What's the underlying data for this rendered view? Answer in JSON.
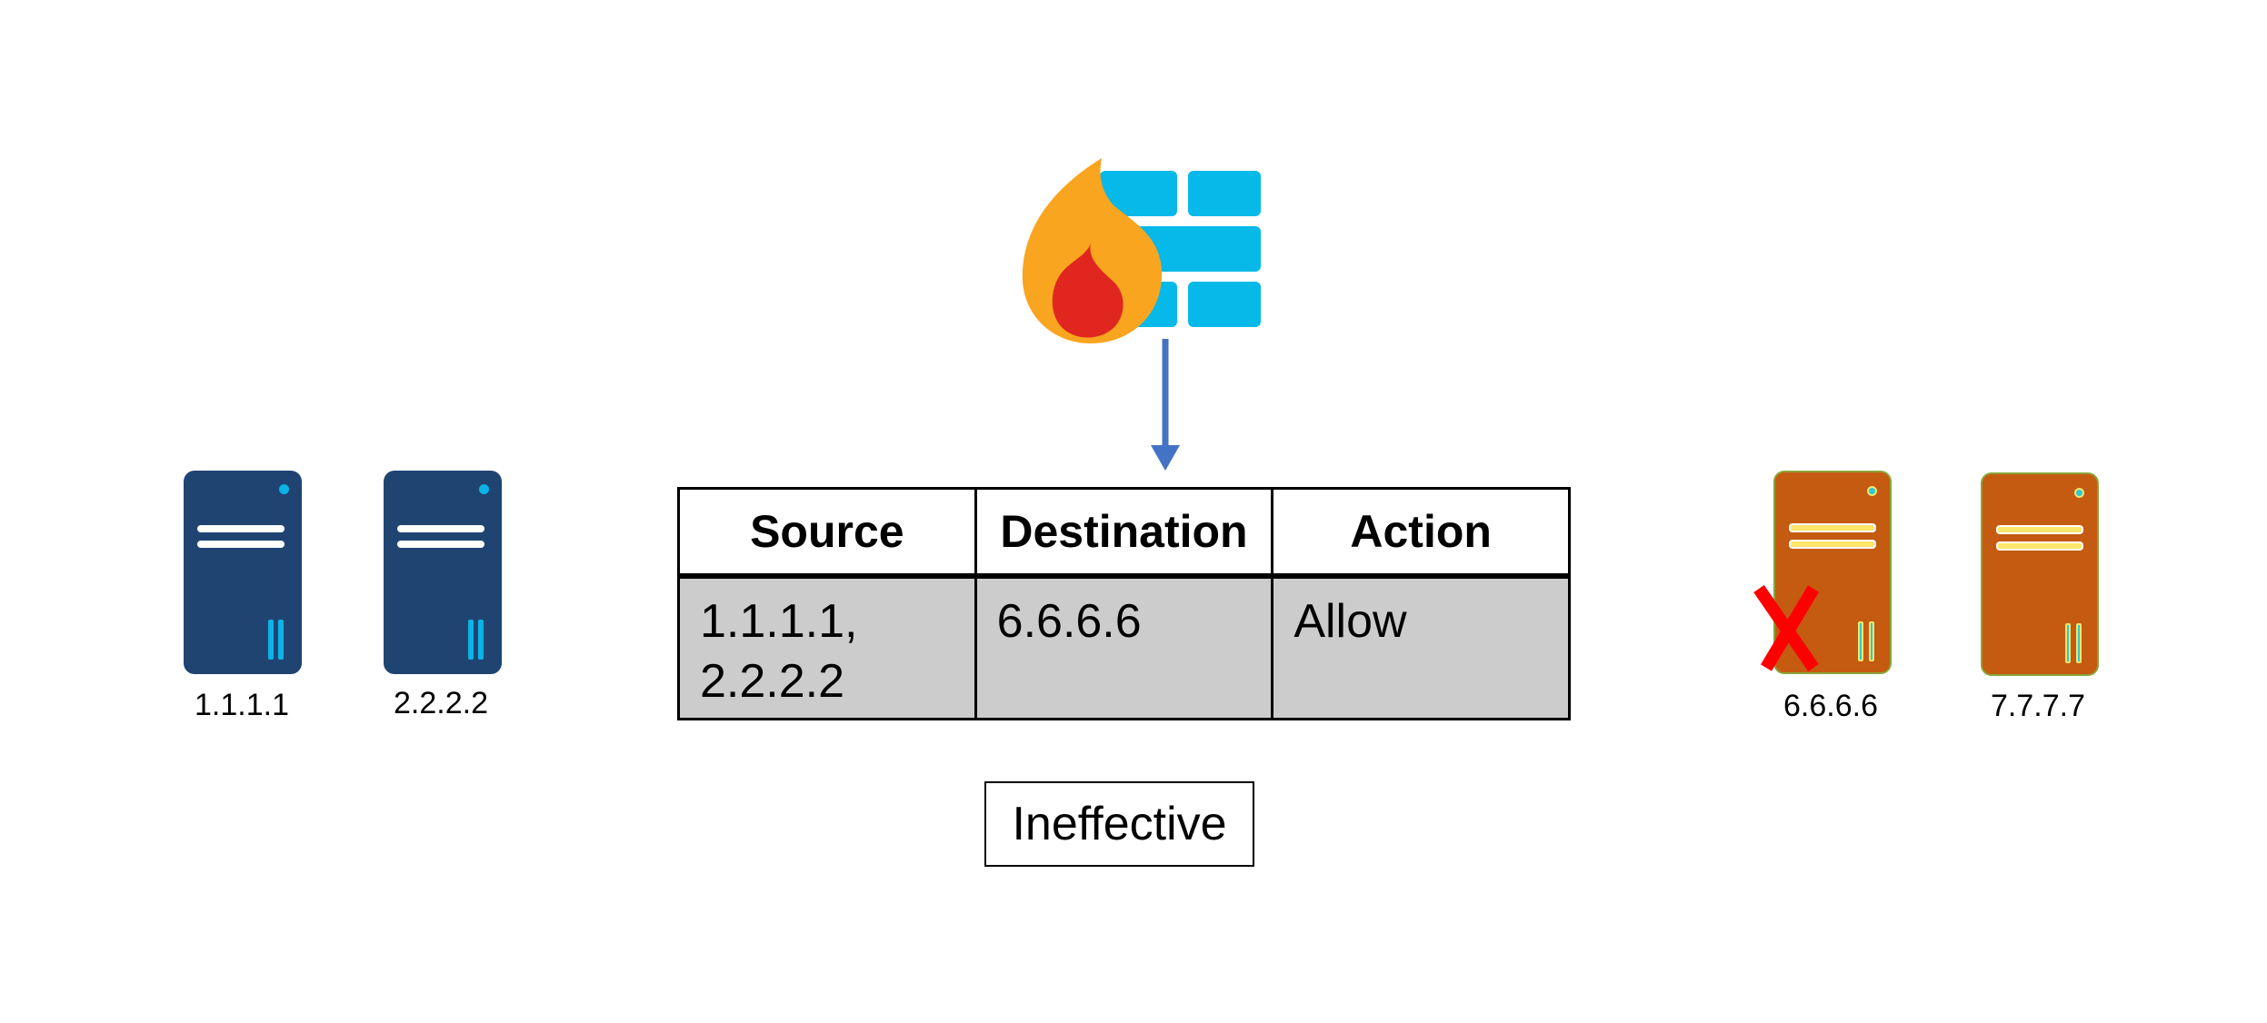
{
  "source_servers": [
    {
      "label": "1.1.1.1",
      "color": "#1f4472"
    },
    {
      "label": "2.2.2.2",
      "color": "#1f4472"
    }
  ],
  "destination_servers": [
    {
      "label": "6.6.6.6",
      "color": "#c55a11",
      "blocked": true
    },
    {
      "label": "7.7.7.7",
      "color": "#c55a11",
      "blocked": false
    }
  ],
  "firewall": {
    "icon": "firewall-icon",
    "brick_color": "#06b9e8",
    "flame_color": "#f9a51f",
    "inner_flame_color": "#e0261f"
  },
  "rule_table": {
    "headers": {
      "source": "Source",
      "destination": "Destination",
      "action": "Action"
    },
    "row": {
      "source_line1": "1.1.1.1,",
      "source_line2": "2.2.2.2",
      "destination": "6.6.6.6",
      "action": "Allow"
    }
  },
  "status_label": "Ineffective",
  "arrow_color": "#4472c4",
  "blocked_marker_color": "#ff0000"
}
